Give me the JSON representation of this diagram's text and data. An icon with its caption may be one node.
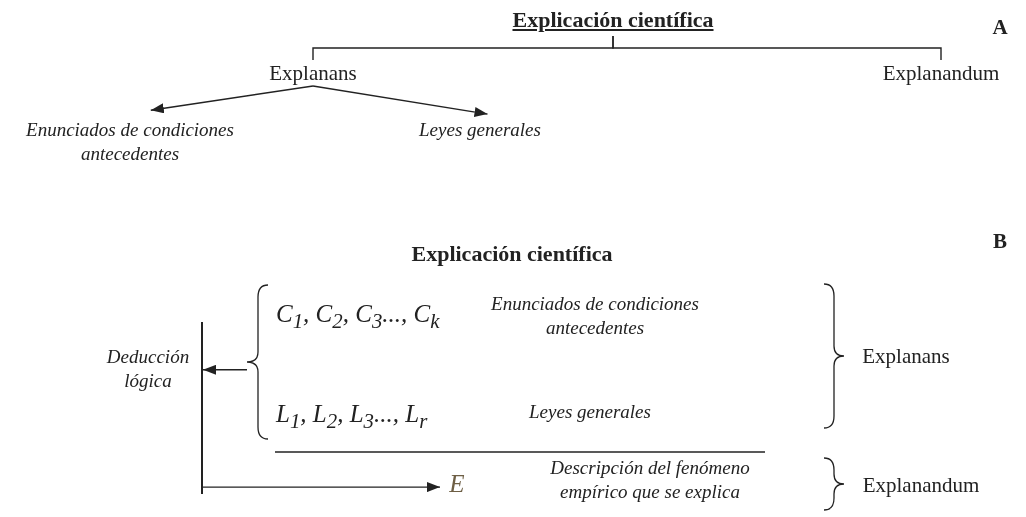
{
  "diagram": {
    "nodes": [
      {
        "text": [
          "Explicación científica"
        ]
      },
      {
        "text": [
          "Explanans"
        ]
      },
      {
        "text": [
          "Explanandum"
        ]
      },
      {
        "text": [
          "Enunciados de condiciones antecedentes"
        ]
      },
      {
        "text": [
          "Leyes generales"
        ]
      },
      {
        "text": [
          "C$_{1}$, C$_{2}$, C$_{3}$..., C$_{k}$"
        ]
      },
      {
        "text": [
          "L$_{1}$, L$_{2}$, L$_{3}$..., L$_{r}$"
        ]
      },
      {
        "text": [
          "E"
        ]
      },
      {
        "text": [
          "Deducción lógica"
        ]
      },
      {
        "text": [],
        "shape": "bar"
      },
      {
        "text": [],
        "shape": "brace"
      }
    ],
    "edges": [
      {
        "from": 0,
        "to": 1,
        "arrow": "none"
      },
      {
        "from": 0,
        "to": 2,
        "arrow": "none"
      },
      {
        "from": 1,
        "to": 3,
        "arrow": "to"
      },
      {
        "from": 1,
        "to": 4,
        "arrow": "to"
      },
      {
        "from": 10,
        "to": 9,
        "arrow": "to"
      },
      {
        "from": 9,
        "to": 7,
        "arrow": "to"
      }
    ],
    "labels": [
      "A",
      "Explicación científica",
      "B",
      "Enunciados de condiciones antecedentes",
      "Explanans",
      "Leyes generales",
      "Descripción del fenómeno empírico que se explica",
      "Explanandum"
    ]
  }
}
